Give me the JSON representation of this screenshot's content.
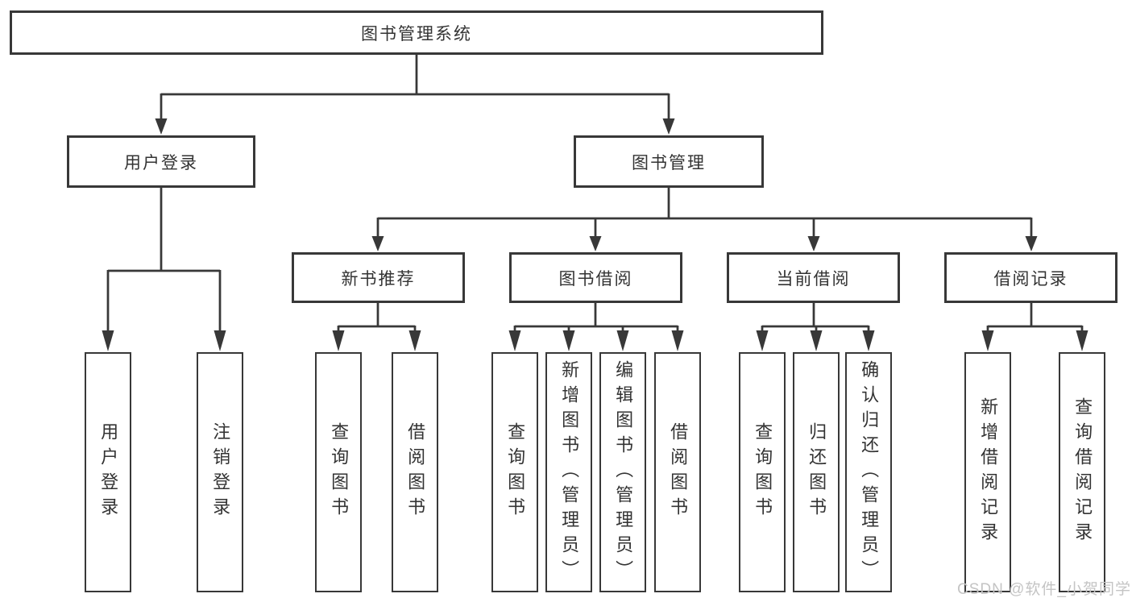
{
  "tree": {
    "root": {
      "label": "图书管理系统",
      "children": [
        {
          "label": "用户登录",
          "children": [
            {
              "label": "用户登录"
            },
            {
              "label": "注销登录"
            }
          ]
        },
        {
          "label": "图书管理",
          "children": [
            {
              "label": "新书推荐",
              "children": [
                {
                  "label": "查询图书"
                },
                {
                  "label": "借阅图书"
                }
              ]
            },
            {
              "label": "图书借阅",
              "children": [
                {
                  "label": "查询图书"
                },
                {
                  "label": "新增图书（管理员）"
                },
                {
                  "label": "编辑图书（管理员）"
                },
                {
                  "label": "借阅图书"
                }
              ]
            },
            {
              "label": "当前借阅",
              "children": [
                {
                  "label": "查询图书"
                },
                {
                  "label": "归还图书"
                },
                {
                  "label": "确认归还（管理员）"
                }
              ]
            },
            {
              "label": "借阅记录",
              "children": [
                {
                  "label": "新增借阅记录"
                },
                {
                  "label": "查询借阅记录"
                }
              ]
            }
          ]
        }
      ]
    }
  },
  "watermark": {
    "text": "CSDN @软件_小贺同学"
  },
  "colors": {
    "line": "#383838",
    "border": "#383838",
    "text": "#333333",
    "watermark": "#c4c4c4",
    "background": "#ffffff"
  }
}
